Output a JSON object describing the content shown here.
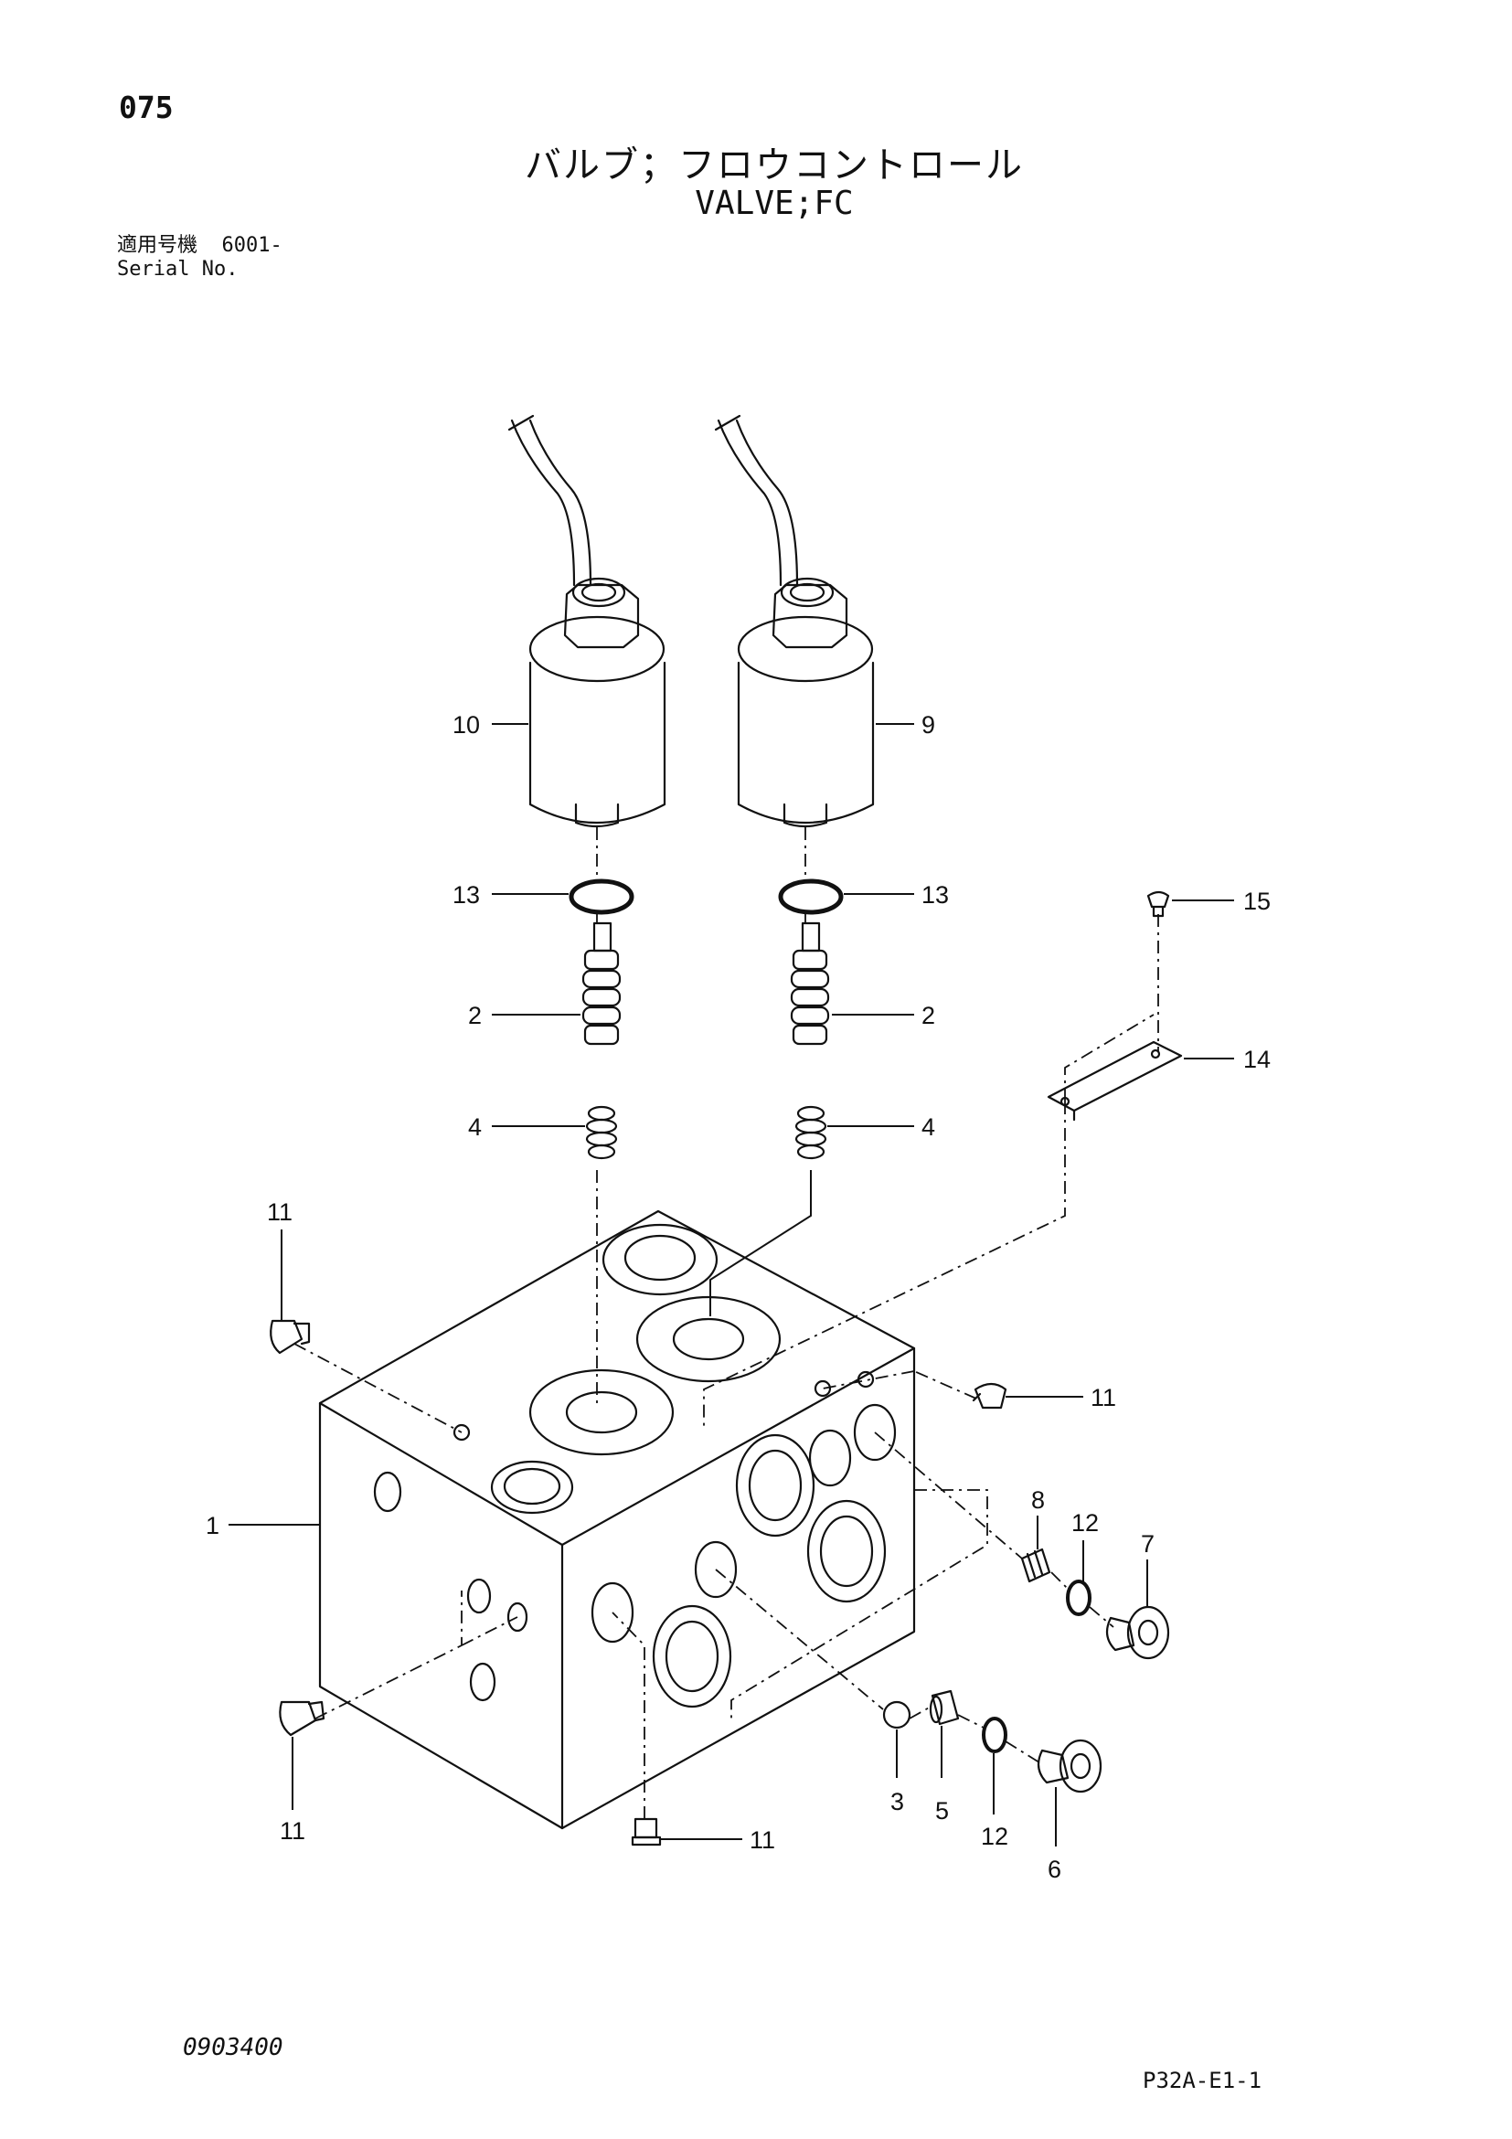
{
  "header": {
    "page_number": "075",
    "title_jp": "バルブ；フロウコントロール",
    "title_en": "VALVE;FC",
    "serial_label_jp": "適用号機",
    "serial_value": "6001-",
    "serial_label_en": "Serial No."
  },
  "callouts": {
    "c1": "1",
    "c2a": "2",
    "c2b": "2",
    "c3": "3",
    "c4a": "4",
    "c4b": "4",
    "c5": "5",
    "c6": "6",
    "c7": "7",
    "c8": "8",
    "c9": "9",
    "c10": "10",
    "c11a": "11",
    "c11b": "11",
    "c11c": "11",
    "c11d": "11",
    "c12a": "12",
    "c12b": "12",
    "c13a": "13",
    "c13b": "13",
    "c14": "14",
    "c15": "15"
  },
  "footer": {
    "code": "0903400",
    "ref": "P32A-E1-1"
  }
}
